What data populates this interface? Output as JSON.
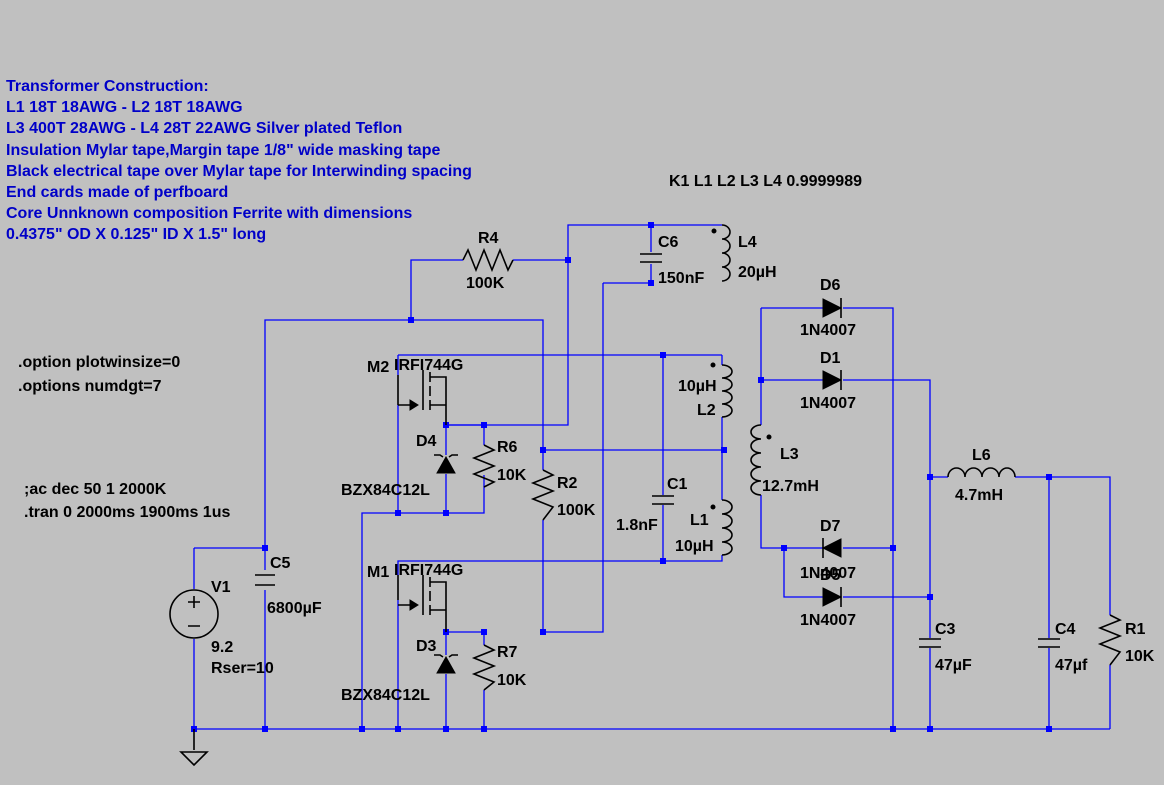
{
  "notes": [
    "Transformer Construction:",
    "L1 18T 18AWG - L2 18T 18AWG",
    "L3 400T 28AWG - L4 28T 22AWG Silver plated Teflon",
    "Insulation Mylar tape,Margin tape 1/8\" wide masking tape",
    "Black electrical tape over Mylar tape for Interwinding spacing",
    "End cards made of perfboard",
    "Core Unnknown composition Ferrite with dimensions",
    "0.4375\" OD X 0.125\" ID X 1.5\" long"
  ],
  "directives": {
    "coupling": "K1 L1 L2 L3 L4 0.9999989",
    "plotwinsize": ".option plotwinsize=0",
    "numdgt": ".options numdgt=7",
    "ac": ";ac dec 50 1 2000K",
    "tran": ".tran 0 2000ms 1900ms 1us"
  },
  "components": {
    "R4": {
      "name": "R4",
      "value": "100K"
    },
    "C6": {
      "name": "C6",
      "value": "150nF"
    },
    "L4": {
      "name": "L4",
      "value": "20µH"
    },
    "D6": {
      "name": "D6",
      "value": "1N4007"
    },
    "D1": {
      "name": "D1",
      "value": "1N4007"
    },
    "M2": {
      "name": "M2",
      "value": "IRFI744G"
    },
    "L2": {
      "name": "L2",
      "value": "10µH"
    },
    "D4": {
      "name": "D4",
      "value": "BZX84C12L"
    },
    "R6": {
      "name": "R6",
      "value": "10K"
    },
    "L3": {
      "name": "L3",
      "value": "12.7mH"
    },
    "L6": {
      "name": "L6",
      "value": "4.7mH"
    },
    "R2": {
      "name": "R2",
      "value": "100K"
    },
    "C1": {
      "name": "C1",
      "value": "1.8nF"
    },
    "L1": {
      "name": "L1",
      "value": "10µH"
    },
    "C5": {
      "name": "C5",
      "value": "6800µF"
    },
    "V1": {
      "name": "V1",
      "value": "9.2",
      "rser": "Rser=10"
    },
    "D7": {
      "name": "D7",
      "value": "1N4007"
    },
    "D5": {
      "name": "D5",
      "value": "1N4007"
    },
    "M1": {
      "name": "M1",
      "value": "IRFI744G"
    },
    "D3": {
      "name": "D3",
      "value": "BZX84C12L"
    },
    "R7": {
      "name": "R7",
      "value": "10K"
    },
    "C3": {
      "name": "C3",
      "value": "47µF"
    },
    "C4": {
      "name": "C4",
      "value": "47µf"
    },
    "R1": {
      "name": "R1",
      "value": "10K"
    }
  },
  "colors": {
    "background": "#c0c0c0",
    "wire": "#0000ff",
    "note_text": "#0000c8",
    "symbol": "#000000"
  }
}
